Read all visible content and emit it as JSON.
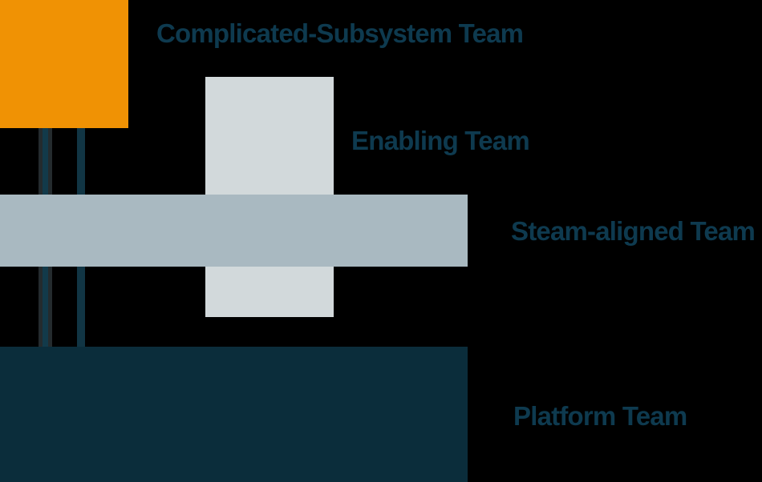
{
  "canvas": {
    "background_color": "#000000",
    "label_text_color": "#0E3A4F"
  },
  "diagram": {
    "type": "team-topologies",
    "teams": [
      {
        "id": "complicated-subsystem",
        "label": "Complicated-Subsystem Team",
        "shape": "square",
        "color": "#F09204"
      },
      {
        "id": "enabling",
        "label": "Enabling Team",
        "shape": "vertical-rectangle",
        "color": "#D2D9DB"
      },
      {
        "id": "stream-aligned",
        "label": "Steam-aligned Team",
        "shape": "horizontal-bar",
        "color": "#A9B9C1"
      },
      {
        "id": "platform",
        "label": "Platform Team",
        "shape": "horizontal-bar",
        "color": "#0B2D3B"
      }
    ],
    "connectors": {
      "description": "paired vertical lines linking complicated-subsystem and stream-aligned bar to platform bar",
      "line_color": "#123A4A",
      "edge_color": "#242B2E",
      "solid_color": "#113544",
      "count": 4
    }
  }
}
